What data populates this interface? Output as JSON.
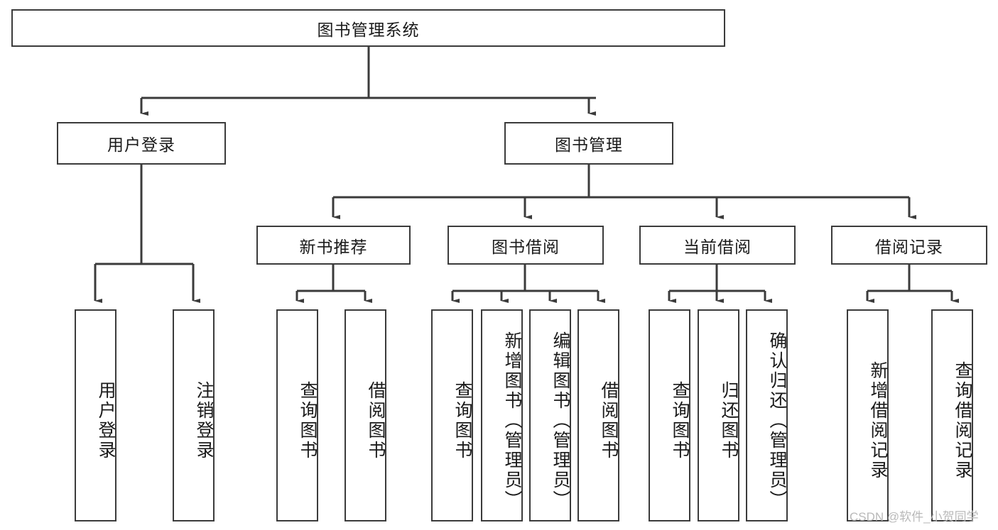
{
  "diagram": {
    "type": "tree",
    "title": "图书管理系统",
    "root": {
      "id": "root",
      "label": "图书管理系统"
    },
    "level2": [
      {
        "id": "n-user-login",
        "label": "用户登录"
      },
      {
        "id": "n-book-manage",
        "label": "图书管理"
      }
    ],
    "level3": [
      {
        "id": "n-new-book-rec",
        "label": "新书推荐"
      },
      {
        "id": "n-book-borrow",
        "label": "图书借阅"
      },
      {
        "id": "n-current-borrow",
        "label": "当前借阅"
      },
      {
        "id": "n-borrow-record",
        "label": "借阅记录"
      }
    ],
    "leaves": [
      {
        "id": "leaf-user-login",
        "label": "用户登录",
        "parent": "n-user-login"
      },
      {
        "id": "leaf-logout",
        "label": "注销登录",
        "parent": "n-user-login"
      },
      {
        "id": "leaf-query-book-1",
        "label": "查询图书",
        "parent": "n-new-book-rec"
      },
      {
        "id": "leaf-borrow-book-1",
        "label": "借阅图书",
        "parent": "n-new-book-rec"
      },
      {
        "id": "leaf-query-book-2",
        "label": "查询图书",
        "parent": "n-book-borrow"
      },
      {
        "id": "leaf-add-book",
        "label": "新增图书（管理员）",
        "parent": "n-book-borrow"
      },
      {
        "id": "leaf-edit-book",
        "label": "编辑图书（管理员）",
        "parent": "n-book-borrow"
      },
      {
        "id": "leaf-borrow-book-2",
        "label": "借阅图书",
        "parent": "n-book-borrow"
      },
      {
        "id": "leaf-query-book-3",
        "label": "查询图书",
        "parent": "n-current-borrow"
      },
      {
        "id": "leaf-return-book",
        "label": "归还图书",
        "parent": "n-current-borrow"
      },
      {
        "id": "leaf-confirm-return",
        "label": "确认归还（管理员）",
        "parent": "n-current-borrow"
      },
      {
        "id": "leaf-add-record",
        "label": "新增借阅记录",
        "parent": "n-borrow-record"
      },
      {
        "id": "leaf-query-record",
        "label": "查询借阅记录",
        "parent": "n-borrow-record"
      }
    ],
    "colors": {
      "stroke": "#3b3b3b",
      "fill": "#ffffff",
      "text": "#1a1a1a",
      "watermark": "#b9b9b9"
    }
  },
  "watermark": {
    "text": "CSDN @软件_小贺同学"
  }
}
